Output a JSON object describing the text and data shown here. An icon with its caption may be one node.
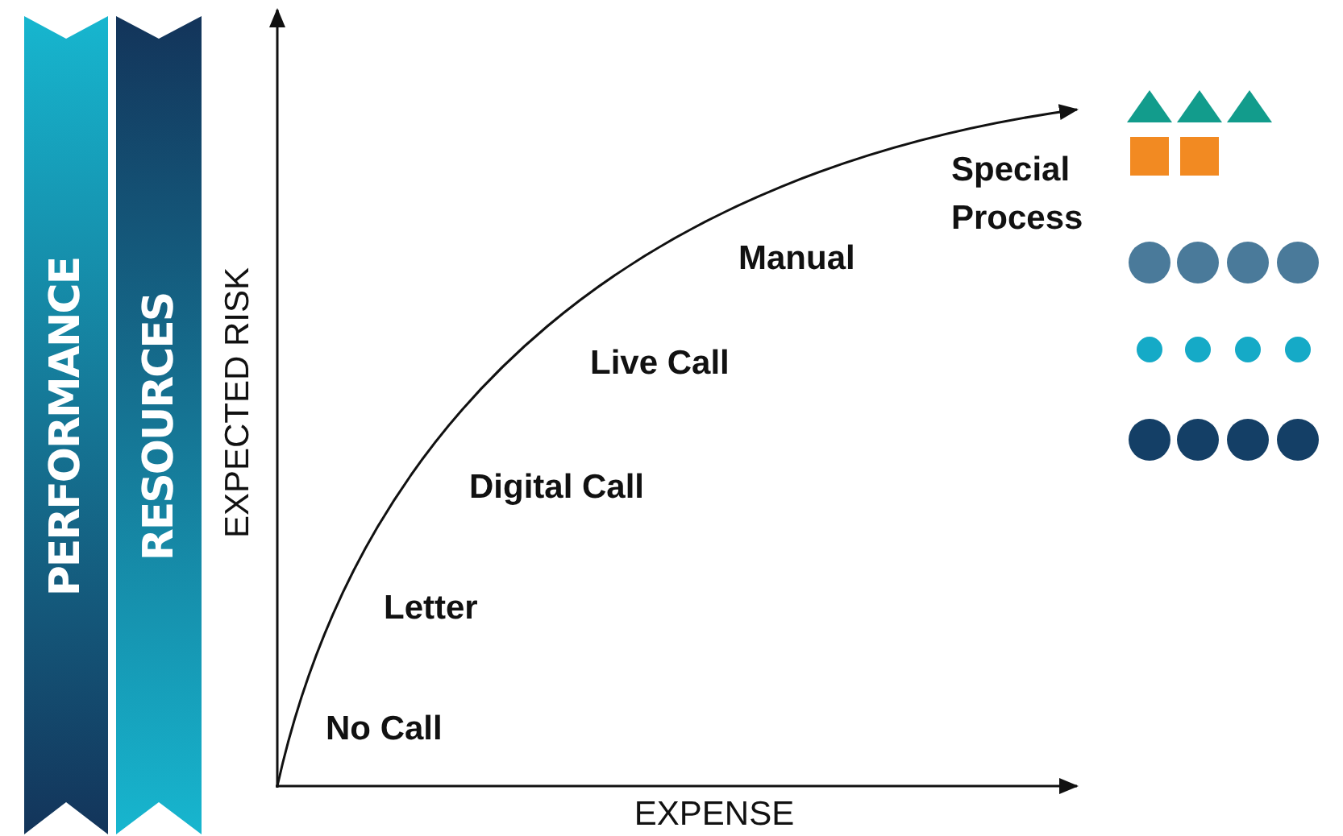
{
  "diagram": {
    "nodes": [
      {
        "text": [
          "PERFORMANCE"
        ]
      },
      {
        "text": [
          "RESOURCES"
        ]
      }
    ],
    "labels": [
      "EXPECTED RISK",
      "EXPENSE",
      "No Call",
      "Letter",
      "Digital Call",
      "Live Call",
      "Manual",
      "Special Process"
    ]
  }
}
